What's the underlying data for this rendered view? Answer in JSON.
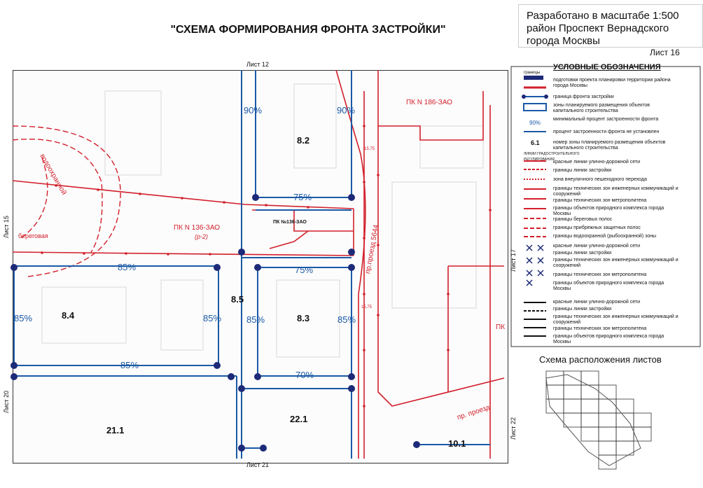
{
  "header": {
    "title": "\"СХЕМА ФОРМИРОВАНИЯ ФРОНТА ЗАСТРОЙКИ\"",
    "scale_note": "Разработано в масштабе 1:500\nрайон Проспект Вернадского\nгорода Москвы",
    "sheet": "Лист 16"
  },
  "map": {
    "neighbor_sheets": {
      "top": "Лист 12",
      "left_top": "Лист 15",
      "left_bottom": "Лист 20",
      "right_top": "Лист 17",
      "right_bottom": "Лист 22",
      "bottom": "Лист 21"
    },
    "zones": {
      "z82": "8.2",
      "z84": "8.4",
      "z85": "8.5",
      "z83": "8.3",
      "z211": "21.1",
      "z221": "22.1",
      "z101": "10.1"
    },
    "percents": {
      "p90a": "90%",
      "p90b": "90%",
      "p75a": "75%",
      "p75b": "75%",
      "p85top": "85%",
      "p85left": "85%",
      "p85mid": "85%",
      "p85c": "85%",
      "p85d": "85%",
      "p85bottom": "85%",
      "p70": "70%"
    },
    "pk": {
      "pk186": "ПК N 186-ЗАО",
      "pk136": "ПК N 136-ЗАО",
      "pk136b": "ПК №136-ЗАО",
      "pk_sub": "(р-2)",
      "pk_right": "ПК"
    },
    "roads": {
      "proezd": "пр.проезд 5644",
      "proezd2": "пр. проезд",
      "vodo": "водоохранной",
      "beregovaya": "береговая"
    },
    "elevation_marks": {
      "m1": "15,75",
      "m2": "15,75"
    }
  },
  "legend": {
    "title": "УСЛОВНЫЕ ОБОЗНАЧЕНИЯ",
    "items": [
      "границы",
      "подготовки проекта планировки территории района города Москвы",
      "граница фронта застройки",
      "зоны планируемого размещения объектов капитального строительства",
      "минимальный процент застроенности фронта",
      "90%",
      "процент застроенности фронта не установлен",
      "6.1",
      "номер зоны планируемого размещения объектов капитального строительства",
      "ЛИНИИ ГРАДОСТРОИТЕЛЬНОГО РЕГУЛИРОВАНИЯ",
      "красные линии улично-дорожной сети",
      "границы линии застройки",
      "зона внеуличного пешеходного перехода",
      "границы технических зон инженерных коммуникаций и сооружений",
      "границы технических зон метрополитена",
      "границы объектов природного комплекса города Москвы",
      "границы береговых полос",
      "границы прибрежных защитных полос",
      "границы водоохранной (рыбоохранной) зоны",
      "красные линии улично-дорожной сети",
      "границы линии застройки",
      "границы технических зон инженерных коммуникаций и сооружений",
      "границы технических зон метрополитена",
      "границы объектов природного комплекса города Москвы",
      "красные линии улично-дорожной сети",
      "границы линии застройки",
      "границы технических зон инженерных коммуникаций и сооружений",
      "границы технических зон метрополитена",
      "границы объектов природного комплекса города Москвы"
    ]
  },
  "scheme": {
    "title": "Схема расположения листов"
  },
  "colors": {
    "blue": "#1a59a6",
    "red": "#d21f2b",
    "navy": "#1d2a78"
  }
}
